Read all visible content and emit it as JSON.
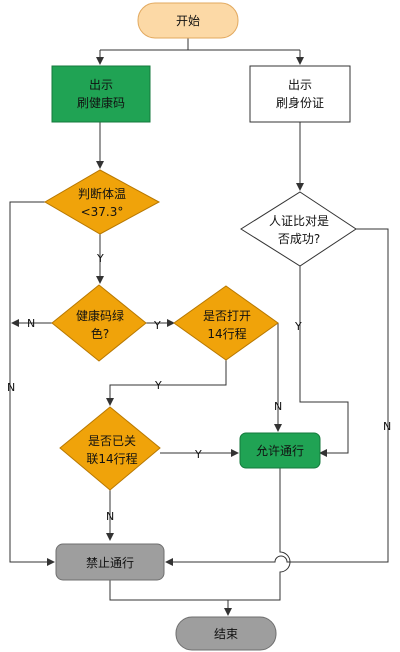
{
  "colors": {
    "start_end": "#fcd9a6",
    "start_end_border": "#e2a95f",
    "process_green": "#20a354",
    "process_green_border": "#157a3c",
    "decision_orange": "#f0a30a",
    "decision_orange_border": "#b87800",
    "decision_white": "#ffffff",
    "terminal_gray": "#9e9e9e",
    "terminal_gray_border": "#6f6f6f"
  },
  "nodes": {
    "start": "开始",
    "show_health_code": [
      "出示",
      "刷健康码"
    ],
    "show_id_card": [
      "出示",
      "刷身份证"
    ],
    "check_temperature": [
      "判断体温",
      "<37.3°"
    ],
    "check_health_code_green": [
      "健康码绿",
      "色?"
    ],
    "face_id_match": [
      "人证比对是",
      "否成功?"
    ],
    "check_trip_card": [
      "是否打开",
      "14行程"
    ],
    "check_trip_linked": [
      "是否已关",
      "联14行程"
    ],
    "allow_pass": "允许通行",
    "deny_pass": "禁止通行",
    "end": "结束"
  },
  "edge_labels": {
    "yes": "Y",
    "no": "N"
  }
}
